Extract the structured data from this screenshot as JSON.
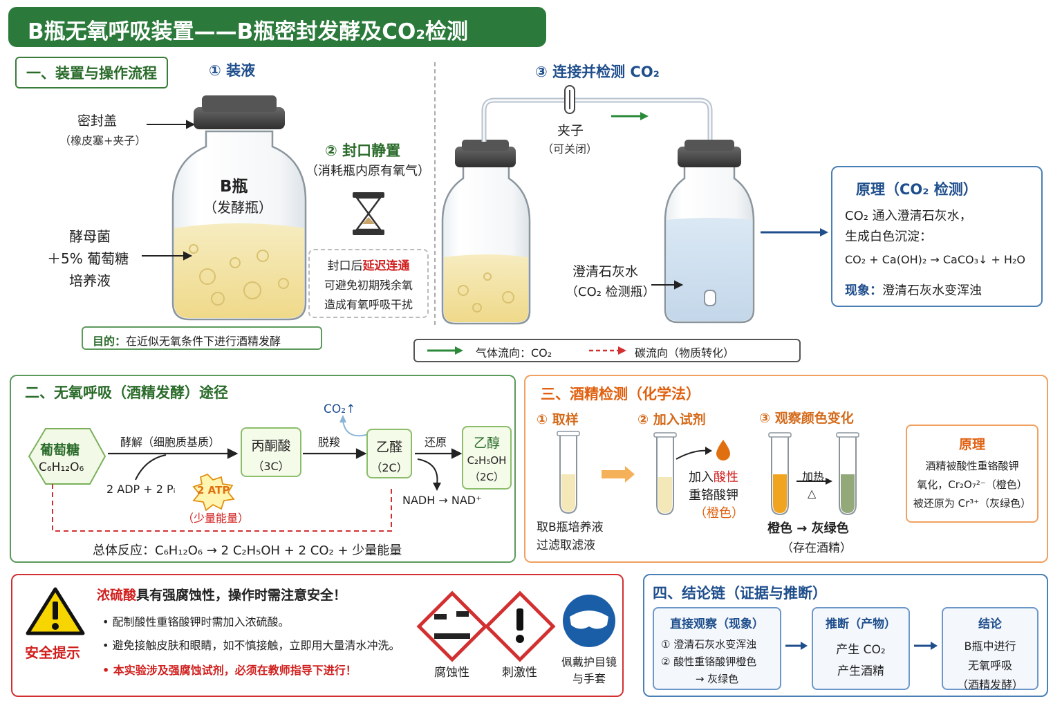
{
  "title": "B瓶无氧呼吸装置——B瓶密封发酵及CO₂检测",
  "section1": {
    "heading": "一、装置与操作流程",
    "step1": "① 装液",
    "step2": "② 封口静置",
    "step2_note": "（消耗瓶内原有氧气）",
    "step3": "③ 连接并检测 CO₂",
    "cap_label": "密封盖",
    "cap_sub": "（橡皮塞+夹子）",
    "bottle_label": "B瓶",
    "bottle_sub": "（发酵瓶）",
    "yeast_l1": "酵母菌",
    "yeast_l2": "＋5% 葡萄糖",
    "yeast_l3": "培养液",
    "delay_l1a": "封口后",
    "delay_l1b": "延迟连通",
    "delay_l2": "可避免初期残余氧",
    "delay_l3": "造成有氧呼吸干扰",
    "purpose_a": "目的：",
    "purpose_b": "在近似无氧条件下进行酒精发酵",
    "clamp_l1": "夹子",
    "clamp_l2": "（可关闭）",
    "lime_l1": "澄清石灰水",
    "lime_l2": "（CO₂ 检测瓶）",
    "legend_gas": "气体流向：CO₂",
    "legend_carbon": "碳流向（物质转化）",
    "principle_title": "原理（CO₂ 检测）",
    "principle_l1": "CO₂ 通入澄清石灰水，",
    "principle_l2": "生成白色沉淀：",
    "principle_eq": "CO₂ + Ca(OH)₂ → CaCO₃↓ + H₂O",
    "phen_a": "现象：",
    "phen_b": "澄清石灰水变浑浊"
  },
  "section2": {
    "heading": "二、无氧呼吸（酒精发酵）途径",
    "glucose": "葡萄糖",
    "glucose_f": "C₆H₁₂O₆",
    "glycolysis": "酵解（细胞质基质）",
    "adp": "2 ADP + 2 Pᵢ",
    "atp": "2 ATP",
    "atp_note": "（少量能量）",
    "pyruvate": "丙酮酸",
    "pyruvate_c": "（3C）",
    "decarb": "脱羧",
    "co2_up": "CO₂↑",
    "acetald": "乙醛",
    "acetald_c": "（2C）",
    "reduce": "还原",
    "nadh": "NADH → NAD⁺",
    "ethanol": "乙醇",
    "ethanol_f": "C₂H₅OH",
    "ethanol_c": "（2C）",
    "overall": "总体反应：C₆H₁₂O₆ → 2 C₂H₅OH + 2 CO₂ + 少量能量"
  },
  "section3": {
    "heading": "三、酒精检测（化学法）",
    "s1": "① 取样",
    "s2": "② 加入试剂",
    "s3": "③ 观察颜色变化",
    "s1_l1": "取B瓶培养液",
    "s1_l2": "过滤取滤液",
    "s2_l1a": "加入",
    "s2_l1b": "酸性",
    "s2_l2": "重铬酸钾",
    "s2_l3": "（橙色）",
    "heat": "加热",
    "delta": "△",
    "color_change": "橙色 → 灰绿色",
    "exists": "（存在酒精）",
    "pr_title": "原理",
    "pr_l1": "酒精被酸性重铬酸钾",
    "pr_l2": "氧化，Cr₂O₇²⁻（橙色）",
    "pr_l3": "被还原为 Cr³⁺（灰绿色）"
  },
  "safety": {
    "label": "安全提示",
    "headline_a": "浓硫酸",
    "headline_b": "具有强腐蚀性，操作时需注意安全！",
    "b1": "• 配制酸性重铬酸钾时需加入浓硫酸。",
    "b2": "• 避免接触皮肤和眼睛，如不慎接触，立即用大量清水冲洗。",
    "b3": "• 本实验涉及强腐蚀试剂，必须在教师指导下进行！",
    "corrosive": "腐蚀性",
    "irritant": "刺激性",
    "goggles_l1": "佩戴护目镜",
    "goggles_l2": "与手套"
  },
  "section4": {
    "heading": "四、结论链（证据与推断）",
    "obs_title": "直接观察（现象）",
    "obs_l1": "① 澄清石灰水变浑浊",
    "obs_l2": "② 酸性重铬酸钾橙色",
    "obs_l3": "→ 灰绿色",
    "inf_title": "推断（产物）",
    "inf_l1": "产生 CO₂",
    "inf_l2": "产生酒精",
    "con_title": "结论",
    "con_l1": "B瓶中进行",
    "con_l2": "无氧呼吸",
    "con_l3": "（酒精发酵）"
  },
  "colors": {
    "title_bg": "#2b7a3b",
    "green": "#2a6b2a",
    "blue": "#1f4e8c",
    "orange": "#e0600f",
    "red": "#d0201e"
  }
}
